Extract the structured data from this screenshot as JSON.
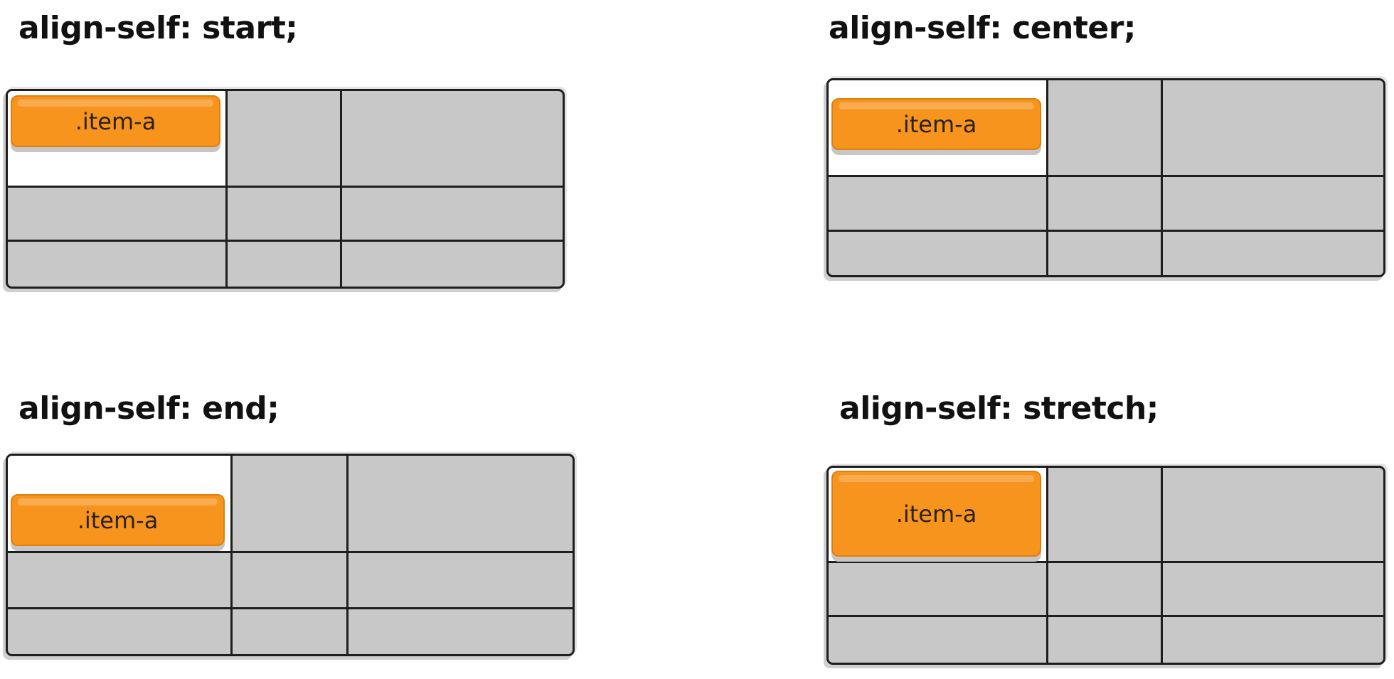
{
  "panels": {
    "start": {
      "title": "align-self: start;",
      "item_label": ".item-a"
    },
    "center": {
      "title": "align-self: center;",
      "item_label": ".item-a"
    },
    "end": {
      "title": "align-self: end;",
      "item_label": ".item-a"
    },
    "stretch": {
      "title": "align-self: stretch;",
      "item_label": ".item-a"
    }
  },
  "colors": {
    "grid_fill": "#c8c8c8",
    "grid_line": "#1e1e1e",
    "cell_highlight": "#ffffff",
    "item_fill": "#f7941e",
    "item_border": "#e07f0c"
  }
}
